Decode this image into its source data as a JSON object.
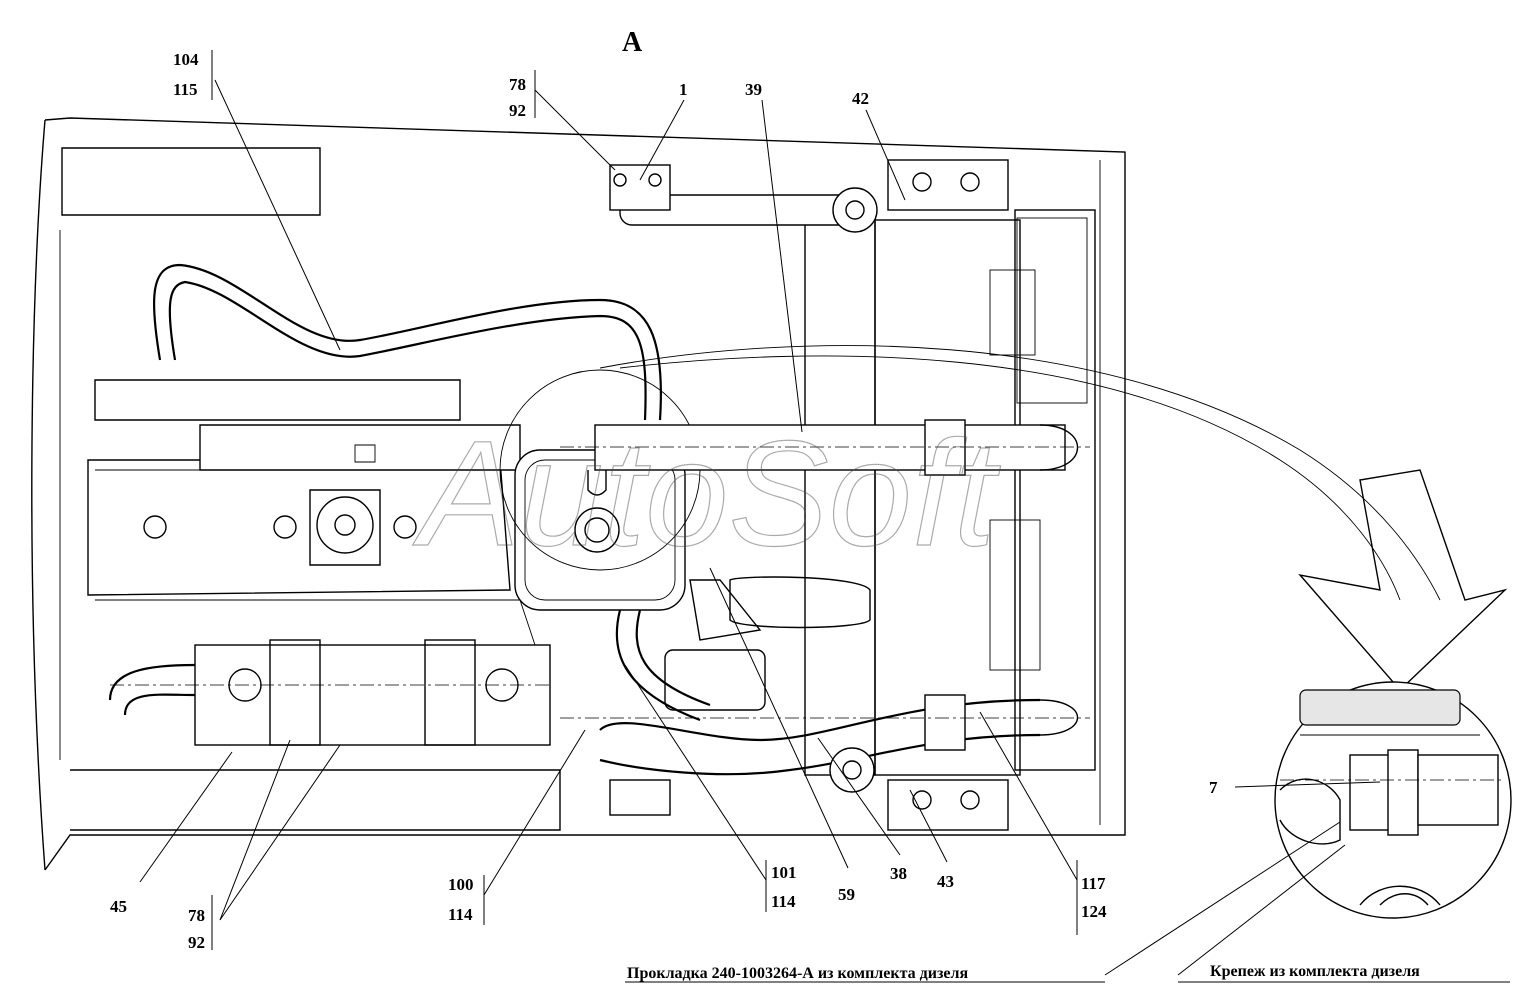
{
  "view_label": "А",
  "watermark": "AutoSoft",
  "callouts": {
    "c1": "1",
    "c7": "7",
    "c38": "38",
    "c39": "39",
    "c42": "42",
    "c43": "43",
    "c45": "45",
    "c59": "59",
    "c104": "104",
    "c115": "115",
    "c78a": "78",
    "c92a": "92",
    "c78b": "78",
    "c92b": "92",
    "c100": "100",
    "c114a": "114",
    "c101": "101",
    "c114b": "114",
    "c117": "117",
    "c124": "124"
  },
  "notes": {
    "gasket": "Прокладка 240-1003264-А из комплекта дизеля",
    "fasteners": "Крепеж из комплекта дизеля"
  }
}
